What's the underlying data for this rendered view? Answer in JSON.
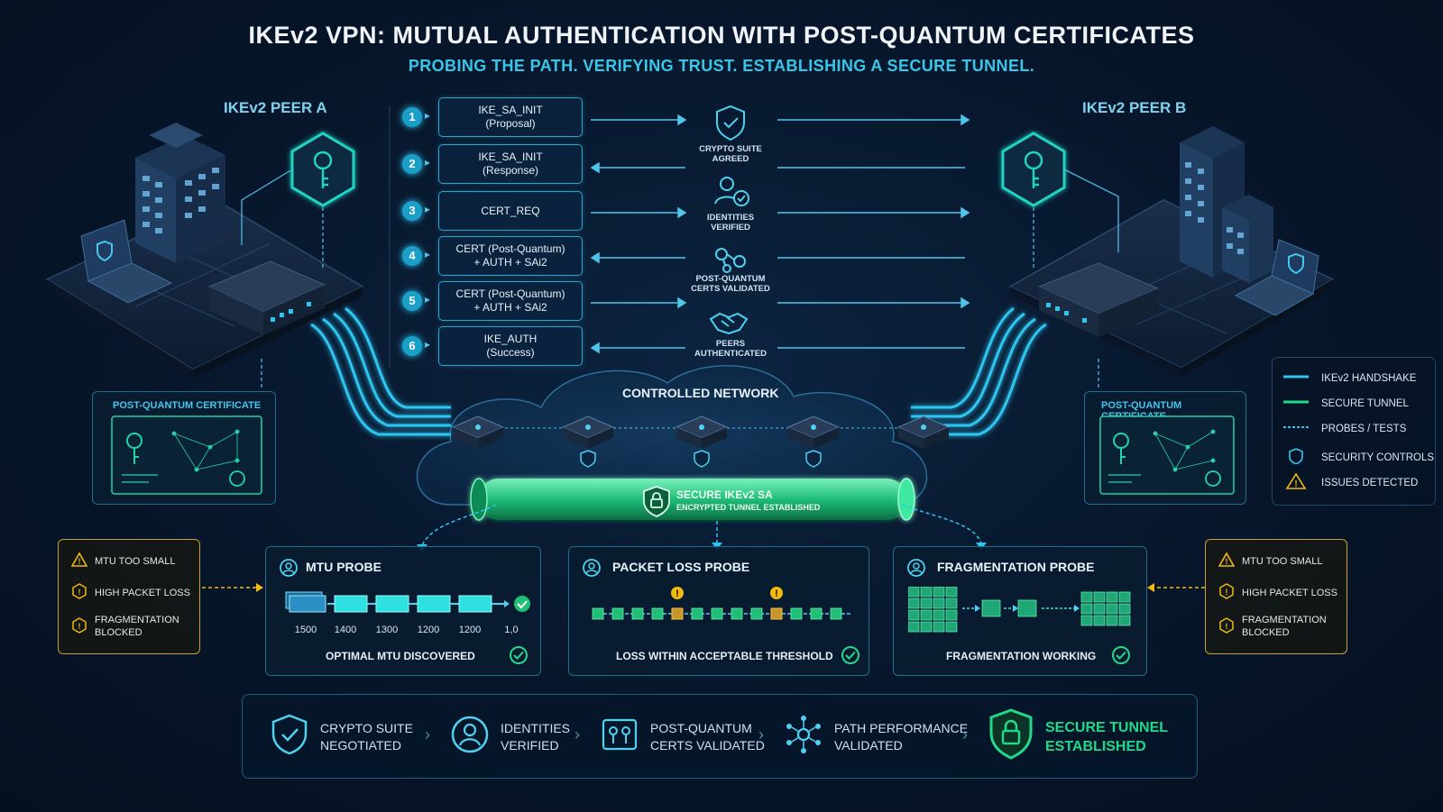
{
  "header": {
    "title": "IKEv2 VPN: MUTUAL AUTHENTICATION WITH POST-QUANTUM CERTIFICATES",
    "subtitle": "PROBING THE PATH. VERIFYING TRUST. ESTABLISHING A SECURE TUNNEL."
  },
  "peers": {
    "a": {
      "title": "IKEv2 PEER A",
      "cert_title": "POST-QUANTUM CERTIFICATE"
    },
    "b": {
      "title": "IKEv2 PEER B",
      "cert_title": "POST-QUANTUM CERTIFICATE"
    }
  },
  "handshake": [
    {
      "num": "1",
      "line1": "IKE_SA_INIT",
      "line2": "(Proposal)",
      "direction": "right"
    },
    {
      "num": "2",
      "line1": "IKE_SA_INIT",
      "line2": "(Response)",
      "direction": "left"
    },
    {
      "num": "3",
      "line1": "CERT_REQ",
      "line2": "",
      "direction": "right"
    },
    {
      "num": "4",
      "line1": "CERT (Post-Quantum)",
      "line2": "+ AUTH + SAi2",
      "direction": "left"
    },
    {
      "num": "5",
      "line1": "CERT (Post-Quantum)",
      "line2": "+ AUTH + SAi2",
      "direction": "right"
    },
    {
      "num": "6",
      "line1": "IKE_AUTH",
      "line2": "(Success)",
      "direction": "left"
    }
  ],
  "status_labels": [
    {
      "line1": "CRYPTO SUITE",
      "line2": "AGREED",
      "icon": "shield-check-icon"
    },
    {
      "line1": "IDENTITIES",
      "line2": "VERIFIED",
      "icon": "user-check-icon"
    },
    {
      "line1": "POST-QUANTUM",
      "line2": "CERTS VALIDATED",
      "icon": "key-network-icon"
    },
    {
      "line1": "PEERS",
      "line2": "AUTHENTICATED",
      "icon": "handshake-icon"
    }
  ],
  "network": {
    "label": "CONTROLLED NETWORK",
    "tunnel_title": "SECURE IKEv2 SA",
    "tunnel_sub": "ENCRYPTED TUNNEL ESTABLISHED"
  },
  "legend": [
    {
      "label": "IKEv2 HANDSHAKE",
      "kind": "line",
      "color": "#2ec5f0"
    },
    {
      "label": "SECURE TUNNEL",
      "kind": "line",
      "color": "#22d88a"
    },
    {
      "label": "PROBES / TESTS",
      "kind": "dashed",
      "color": "#2ec5f0"
    },
    {
      "label": "SECURITY CONTROLS",
      "kind": "shield",
      "color": "#2ec5f0"
    },
    {
      "label": "ISSUES DETECTED",
      "kind": "warning",
      "color": "#f2b90f"
    }
  ],
  "issues_left": [
    {
      "lines": [
        "MTU TOO SMALL"
      ],
      "icon": "warning-icon"
    },
    {
      "lines": [
        "HIGH PACKET LOSS"
      ],
      "icon": "packet-warning-icon"
    },
    {
      "lines": [
        "FRAGMENTATION",
        "BLOCKED"
      ],
      "icon": "fragment-warning-icon"
    }
  ],
  "issues_right": [
    {
      "lines": [
        "MTU TOO SMALL"
      ],
      "icon": "warning-icon"
    },
    {
      "lines": [
        "HIGH PACKET LOSS"
      ],
      "icon": "packet-warning-icon"
    },
    {
      "lines": [
        "FRAGMENTATION",
        "BLOCKED"
      ],
      "icon": "fragment-warning-icon"
    }
  ],
  "probes": {
    "mtu": {
      "title": "MTU PROBE",
      "sizes": [
        "1500",
        "1400",
        "1300",
        "1200",
        "1200",
        "1,0"
      ],
      "footer": "OPTIMAL MTU DISCOVERED"
    },
    "loss": {
      "title": "PACKET LOSS PROBE",
      "footer": "LOSS WITHIN ACCEPTABLE THRESHOLD"
    },
    "frag": {
      "title": "FRAGMENTATION PROBE",
      "footer": "FRAGMENTATION WORKING"
    }
  },
  "summary": [
    {
      "line1": "CRYPTO SUITE",
      "line2": "NEGOTIATED",
      "icon": "shield-check-icon"
    },
    {
      "line1": "IDENTITIES",
      "line2": "VERIFIED",
      "icon": "user-icon"
    },
    {
      "line1": "POST-QUANTUM",
      "line2": "CERTS VALIDATED",
      "icon": "cert-icon"
    },
    {
      "line1": "PATH PERFORMANCE",
      "line2": "VALIDATED",
      "icon": "network-icon"
    },
    {
      "line1": "SECURE TUNNEL",
      "line2": "ESTABLISHED",
      "icon": "lock-shield-icon"
    }
  ],
  "colors": {
    "accent": "#2ec5f0",
    "tunnel": "#22d88a",
    "warning": "#f2b90f"
  }
}
